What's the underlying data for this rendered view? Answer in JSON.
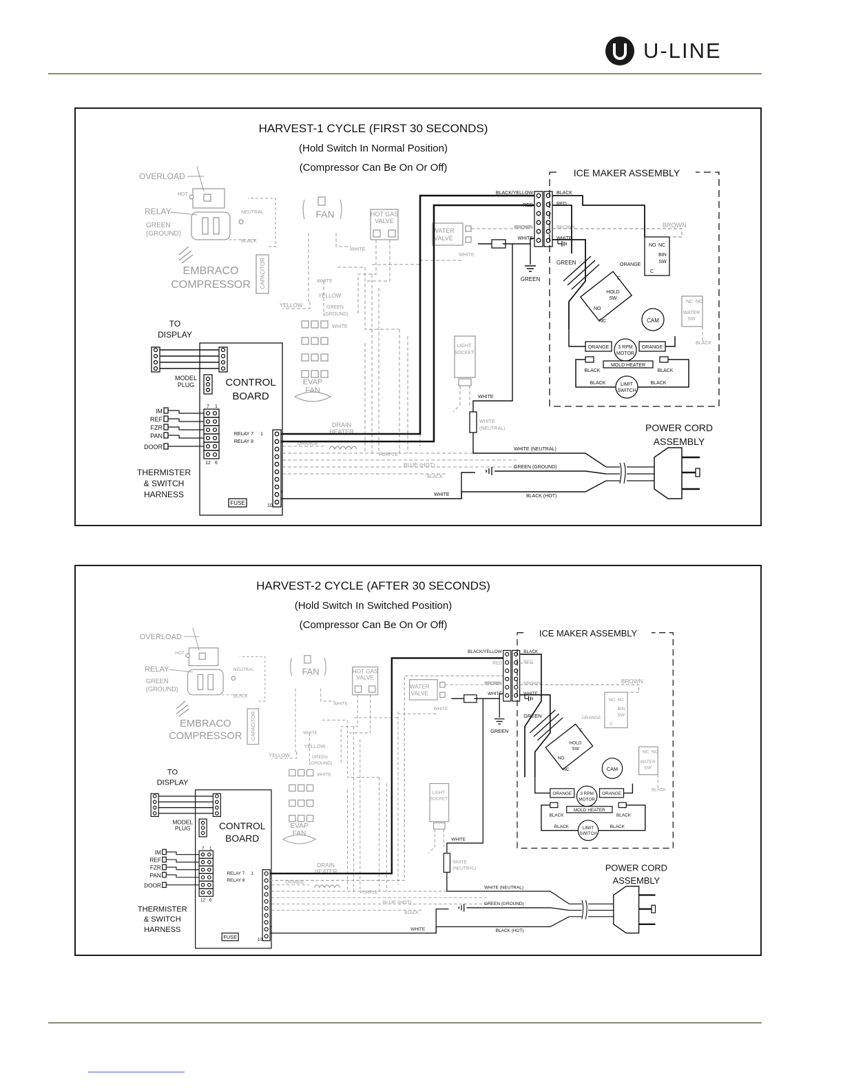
{
  "brand": {
    "name": "U-LINE"
  },
  "labels": {
    "overload": "OVERLOAD",
    "relay": "RELAY",
    "hot": "HOT",
    "neutral_small": "NEUTRAL",
    "green_ground": [
      "GREEN",
      "(GROUND)"
    ],
    "black": "BLACK",
    "capacitor": "CAPACITOR",
    "compressor": [
      "EMBRACO",
      "COMPRESSOR"
    ],
    "fan": "FAN",
    "hot_gas_valve": [
      "HOT GAS",
      "VALVE"
    ],
    "water_valve": [
      "WATER",
      "VALVE"
    ],
    "white": "WHITE",
    "yellow": "YELLOW",
    "evap_fan": [
      "EVAP",
      "FAN"
    ],
    "to_display": [
      "TO",
      "DISPLAY"
    ],
    "model_plug": [
      "MODEL",
      "PLUG"
    ],
    "control_board": [
      "CONTROL",
      "BOARD"
    ],
    "relay7": "RELAY 7",
    "relay8": "RELAY 8",
    "pin1": "1",
    "pin10": "10",
    "pin7": "7",
    "pin1b": "1",
    "pin12": "12",
    "pin6": "6",
    "connectors": [
      "IM",
      "REF",
      "FZR",
      "PAN",
      "DOOR"
    ],
    "harness": [
      "THERMISTER",
      "& SWITCH",
      "HARNESS"
    ],
    "fuse": "FUSE",
    "drain_heater": [
      "DRAIN",
      "HEATER"
    ],
    "orange": "ORANGE",
    "purple": "PURPLE",
    "blue_hot": "BLUE (HOT)",
    "light_socket": [
      "LIGHT",
      "SOCKET"
    ],
    "white_neutral_paren": [
      "WHITE",
      "(NEUTRAL)"
    ],
    "black_yellow": "BLACK/YELLOW",
    "red": "RED",
    "brown": "BROWN",
    "green": "GREEN",
    "ice_maker_assembly": "ICE MAKER ASSEMBLY",
    "no": "NO",
    "nc": "NC",
    "c": "C",
    "bin_sw": [
      "BIN",
      "SW"
    ],
    "hold_sw": [
      "HOLD",
      "SW"
    ],
    "cam": "CAM",
    "water_sw": [
      "WATER",
      "SW"
    ],
    "motor": [
      "3 RPM",
      "MOTOR"
    ],
    "mold_heater": "MOLD HEATER",
    "limit_switch": [
      "LIMIT",
      "SWITCH"
    ],
    "power_cord": [
      "POWER CORD",
      "ASSEMBLY"
    ],
    "white_neutral": "WHITE (NEUTRAL)",
    "green_ground_cord": "GREEN (GROUND)",
    "black_hot": "BLACK (HOT)"
  },
  "diagrams": [
    {
      "title": "HARVEST-1 CYCLE (FIRST 30 SECONDS)",
      "subtitle1": "(Hold Switch In Normal Position)",
      "subtitle2": "(Compressor Can Be On Or Off)"
    },
    {
      "title": "HARVEST-2 CYCLE (AFTER 30 SECONDS)",
      "subtitle1": "(Hold Switch In Switched Position)",
      "subtitle2": "(Compressor Can Be On Or Off)"
    }
  ]
}
